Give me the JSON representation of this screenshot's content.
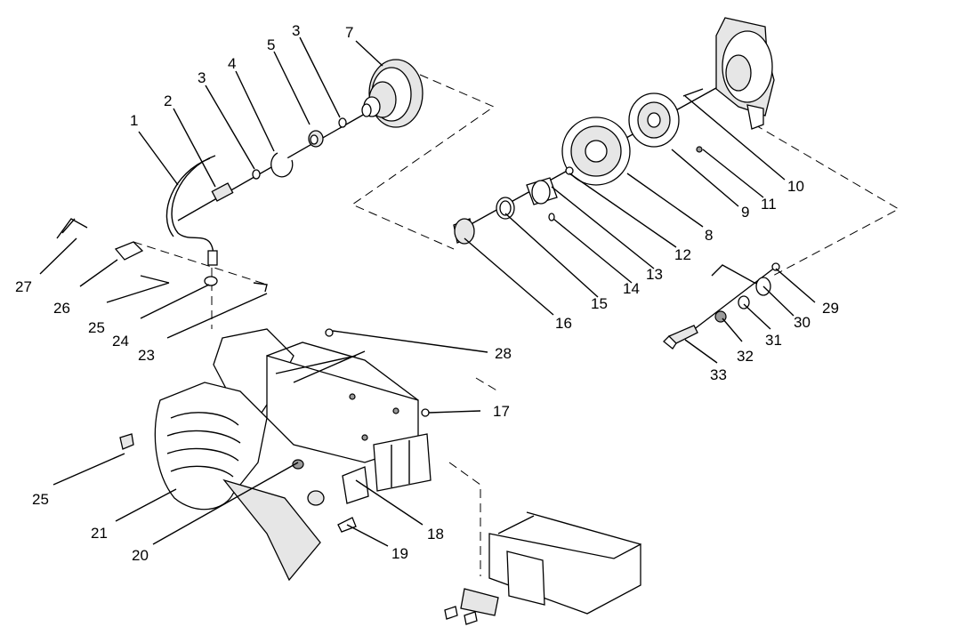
{
  "diagram": {
    "type": "exploded-parts-view",
    "callouts": [
      "1",
      "2",
      "3",
      "3",
      "4",
      "5",
      "7",
      "8",
      "9",
      "10",
      "11",
      "12",
      "13",
      "14",
      "15",
      "16",
      "17",
      "18",
      "19",
      "20",
      "21",
      "23",
      "24",
      "25",
      "25",
      "26",
      "27",
      "28",
      "29",
      "30",
      "31",
      "32",
      "33"
    ]
  }
}
